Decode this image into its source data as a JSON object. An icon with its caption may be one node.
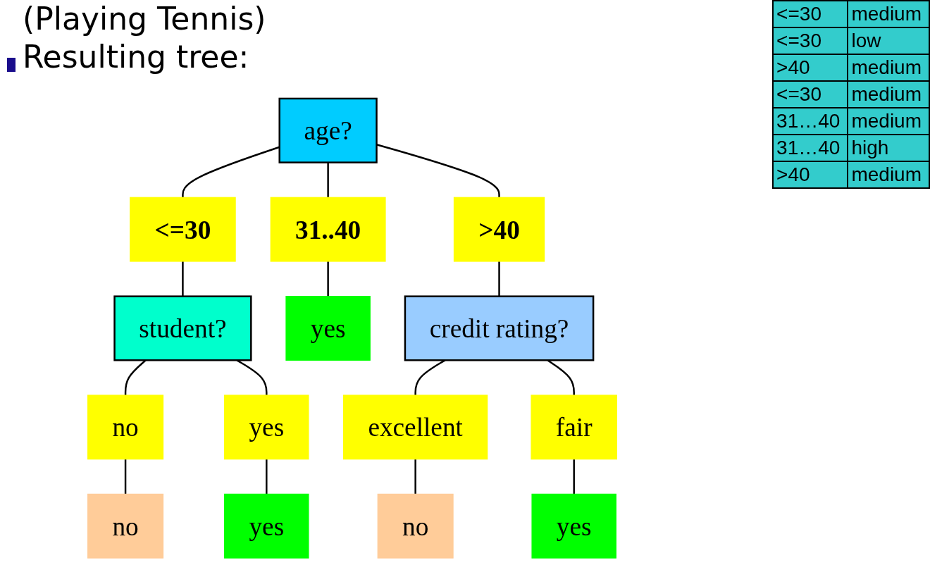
{
  "diagram": {
    "nodes": [
      {
        "text": [
          "age?"
        ]
      },
      {
        "text": [
          "<=30"
        ]
      },
      {
        "text": [
          "31..40"
        ]
      },
      {
        "text": [
          ">40"
        ]
      },
      {
        "text": [
          "student?"
        ]
      },
      {
        "text": [
          "yes"
        ]
      },
      {
        "text": [
          "credit rating?"
        ]
      },
      {
        "text": [
          "no"
        ]
      },
      {
        "text": [
          "yes"
        ]
      },
      {
        "text": [
          "no"
        ]
      },
      {
        "text": [
          "yes"
        ]
      },
      {
        "text": [
          "excellent"
        ]
      },
      {
        "text": [
          "fair"
        ]
      },
      {
        "text": [
          "no"
        ]
      },
      {
        "text": [
          "yes"
        ]
      }
    ],
    "edges": [
      {
        "from": 0,
        "to": 1,
        "arrow": "none"
      },
      {
        "from": 0,
        "to": 2,
        "arrow": "none"
      },
      {
        "from": 0,
        "to": 3,
        "arrow": "none"
      },
      {
        "from": 1,
        "to": 4,
        "arrow": "none"
      },
      {
        "from": 2,
        "to": 5,
        "arrow": "none"
      },
      {
        "from": 3,
        "to": 6,
        "arrow": "none"
      },
      {
        "from": 4,
        "to": 7,
        "arrow": "none"
      },
      {
        "from": 4,
        "to": 8,
        "arrow": "none"
      },
      {
        "from": 7,
        "to": 9,
        "arrow": "none"
      },
      {
        "from": 8,
        "to": 10,
        "arrow": "none"
      },
      {
        "from": 6,
        "to": 11,
        "arrow": "none"
      },
      {
        "from": 6,
        "to": 12,
        "arrow": "none"
      },
      {
        "from": 11,
        "to": 13,
        "arrow": "none"
      },
      {
        "from": 12,
        "to": 14,
        "arrow": "none"
      }
    ],
    "labels": [
      "(Playing Tennis)",
      "Resulting tree:",
      "<=30",
      "medium",
      "<=30",
      "low",
      ">40",
      "medium",
      "<=30",
      "medium",
      "31…40",
      "medium",
      "31…40",
      "high",
      ">40",
      "medium"
    ]
  }
}
